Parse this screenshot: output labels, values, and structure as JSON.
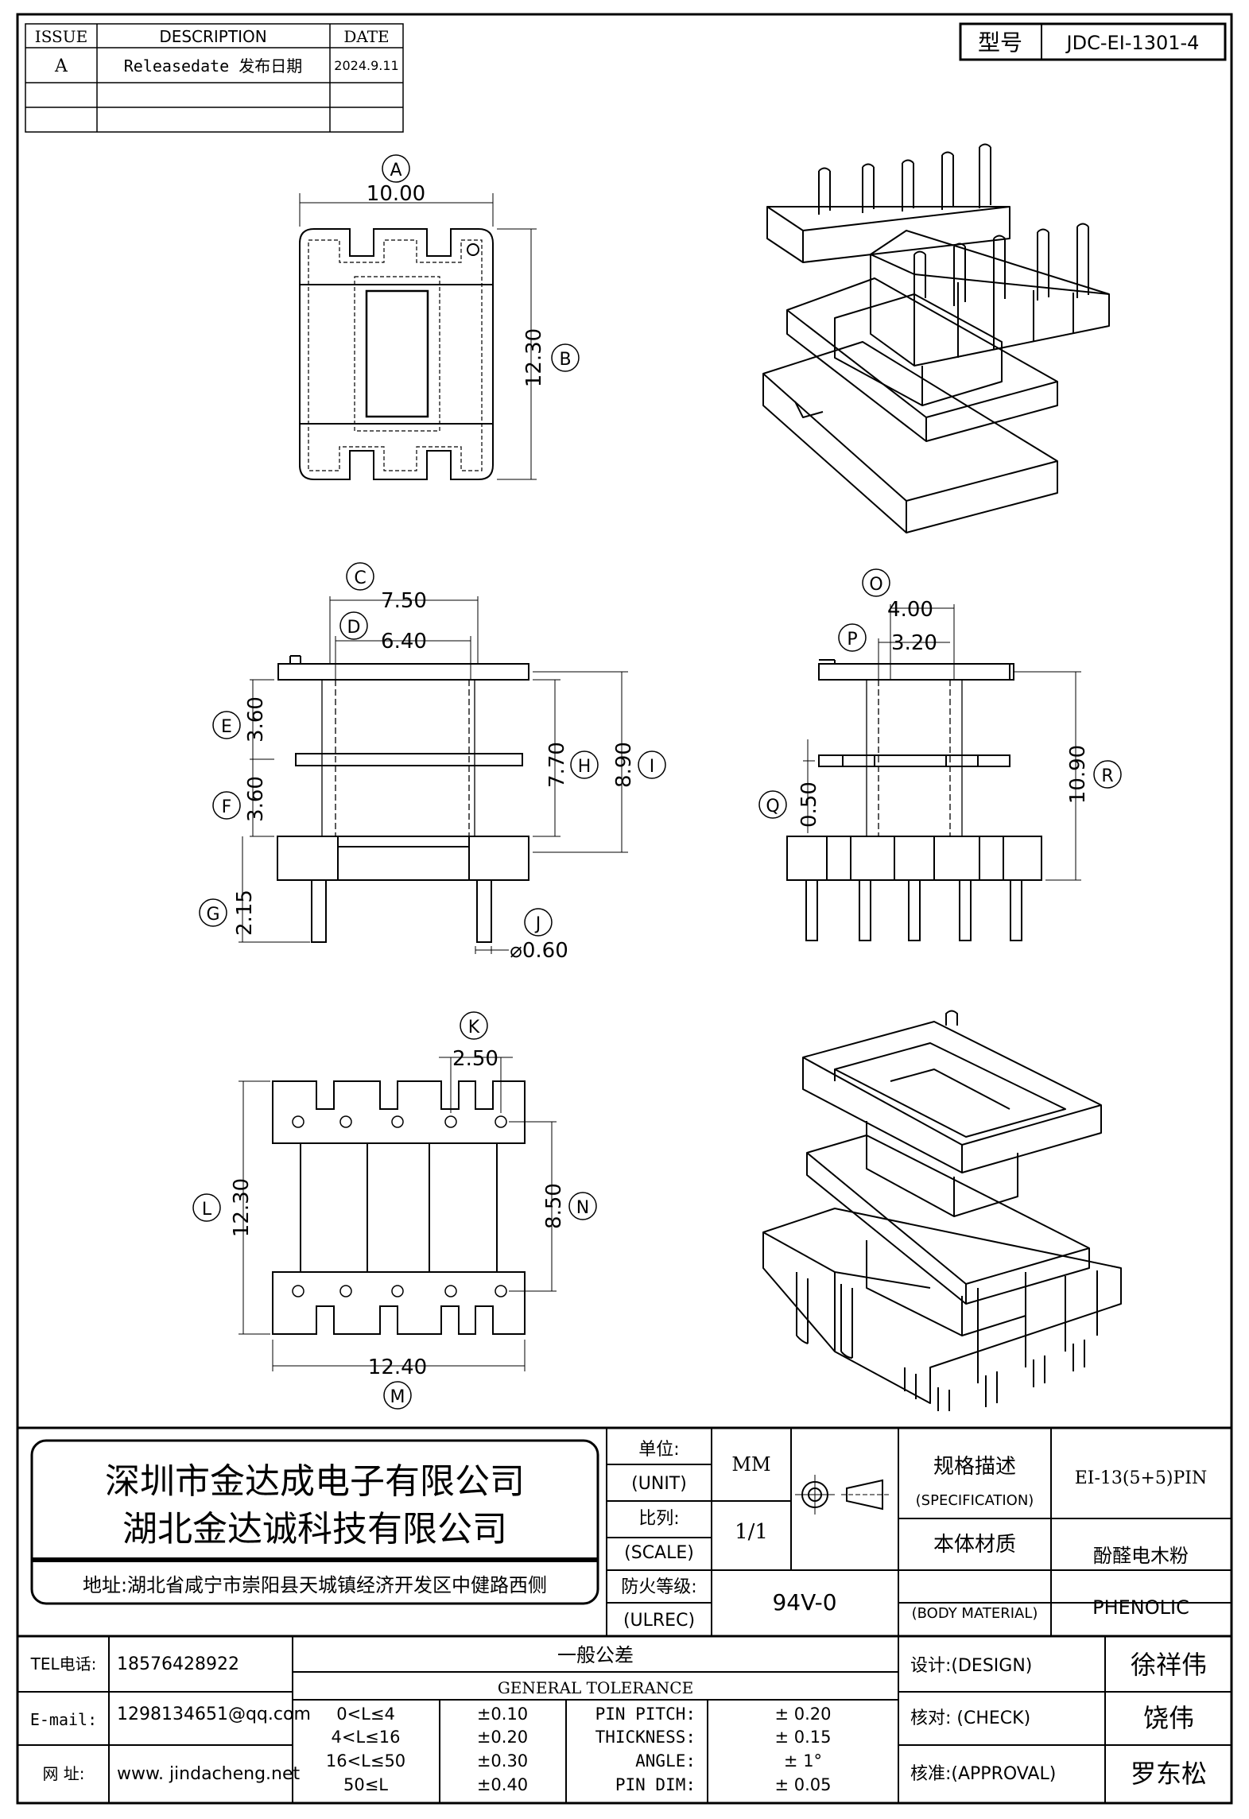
{
  "revision_table": {
    "headers": [
      "ISSUE",
      "DESCRIPTION",
      "DATE"
    ],
    "rows": [
      [
        "A",
        "Releasedate 发布日期",
        "2024.9.11"
      ],
      [
        "",
        "",
        ""
      ],
      [
        "",
        "",
        ""
      ]
    ]
  },
  "model_box": {
    "label": "型号",
    "value": "JDC-EI-1301-4"
  },
  "top_view": {
    "width_dim": "10.00",
    "width_tag": "A",
    "height_dim": "12.30",
    "height_tag": "B"
  },
  "front_view": {
    "dim_c": "7.50",
    "tag_c": "C",
    "dim_d": "6.40",
    "tag_d": "D",
    "dim_e": "3.60",
    "tag_e": "E",
    "dim_f": "3.60",
    "tag_f": "F",
    "dim_g": "2.15",
    "tag_g": "G",
    "dim_h": "7.70",
    "tag_h": "H",
    "dim_i": "8.90",
    "tag_i": "I",
    "dim_j": "⌀0.60",
    "tag_j": "J"
  },
  "side_view": {
    "dim_o": "4.00",
    "tag_o": "O",
    "dim_p": "3.20",
    "tag_p": "P",
    "dim_q": "0.50",
    "tag_q": "Q",
    "dim_r": "10.90",
    "tag_r": "R"
  },
  "bottom_view": {
    "dim_k": "2.50",
    "tag_k": "K",
    "dim_l": "12.30",
    "tag_l": "L",
    "dim_m": "12.40",
    "tag_m": "M",
    "dim_n": "8.50",
    "tag_n": "N"
  },
  "company": {
    "name1": "深圳市金达成电子有限公司",
    "name2": "湖北金达诚科技有限公司",
    "address": "地址:湖北省咸宁市崇阳县天城镇经济开发区中健路西侧"
  },
  "specs": {
    "unit_cn": "单位:",
    "unit_en": "(UNIT)",
    "unit_val": "MM",
    "scale_cn": "比列:",
    "scale_en": "(SCALE)",
    "scale_val": "1/1",
    "fire_cn": "防火等级:",
    "fire_en": "(ULREC)",
    "fire_val": "94V-0",
    "spec_cn": "规格描述",
    "spec_en": "(SPECIFICATION)",
    "spec_val": "EI-13(5+5)PIN",
    "mat_cn": "本体材质",
    "mat_en": "(BODY MATERIAL)",
    "mat_val_cn": "酚醛电木粉",
    "mat_val_en": "PHENOLIC"
  },
  "contact": {
    "tel_label": "TEL电话:",
    "tel": "18576428922",
    "email_label": "E-mail:",
    "email": "1298134651@qq.com",
    "web_label": "网  址:",
    "web": "www. jindacheng.net"
  },
  "tolerance": {
    "title_cn": "一般公差",
    "title_en": "GENERAL TOLERANCE",
    "ranges": [
      "0<L≤4",
      "4<L≤16",
      "16<L≤50",
      "50≤L"
    ],
    "values": [
      "±0.10",
      "±0.20",
      "±0.30",
      "±0.40"
    ],
    "items": [
      "PIN PITCH:",
      "THICKNESS:",
      "ANGLE:",
      "PIN DIM:"
    ],
    "item_values": [
      "± 0.20",
      "± 0.15",
      "± 1°",
      "± 0.05"
    ]
  },
  "signoff": {
    "design_label": "设计:(DESIGN)",
    "design_name": "徐祥伟",
    "check_label": "核对: (CHECK)",
    "check_name": "饶伟",
    "approval_label": "核准:(APPROVAL)",
    "approval_name": "罗东松"
  }
}
